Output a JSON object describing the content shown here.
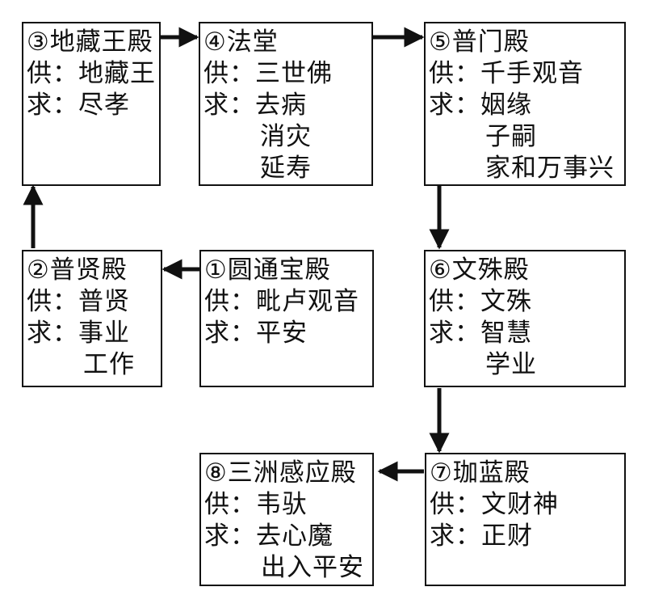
{
  "colors": {
    "line": "#111111",
    "background": "#ffffff"
  },
  "nodes": [
    {
      "id": "3",
      "title": "③地藏王殿",
      "offer": "供：地藏王",
      "seek": [
        "求：尽孝"
      ]
    },
    {
      "id": "4",
      "title": "④法堂",
      "offer": "供：三世佛",
      "seek": [
        "求：去病",
        "消灾",
        "延寿"
      ]
    },
    {
      "id": "5",
      "title": "⑤普门殿",
      "offer": "供：千手观音",
      "seek": [
        "求：姻缘",
        "子嗣",
        "家和万事兴"
      ]
    },
    {
      "id": "2",
      "title": "②普贤殿",
      "offer": "供：普贤",
      "seek": [
        "求：事业",
        "工作"
      ]
    },
    {
      "id": "1",
      "title": "①圆通宝殿",
      "offer": "供：毗卢观音",
      "seek": [
        "求：平安"
      ]
    },
    {
      "id": "6",
      "title": "⑥文殊殿",
      "offer": "供：文殊",
      "seek": [
        "求：智慧",
        "学业"
      ]
    },
    {
      "id": "8",
      "title": "⑧三洲感应殿",
      "offer": "供：韦驮",
      "seek": [
        "求：去心魔",
        "出入平安"
      ]
    },
    {
      "id": "7",
      "title": "⑦珈蓝殿",
      "offer": "供：文财神",
      "seek": [
        "求：正财"
      ]
    }
  ],
  "edges": [
    {
      "from": "1",
      "to": "2"
    },
    {
      "from": "2",
      "to": "3"
    },
    {
      "from": "3",
      "to": "4"
    },
    {
      "from": "4",
      "to": "5"
    },
    {
      "from": "5",
      "to": "6"
    },
    {
      "from": "6",
      "to": "7"
    },
    {
      "from": "7",
      "to": "8"
    }
  ]
}
